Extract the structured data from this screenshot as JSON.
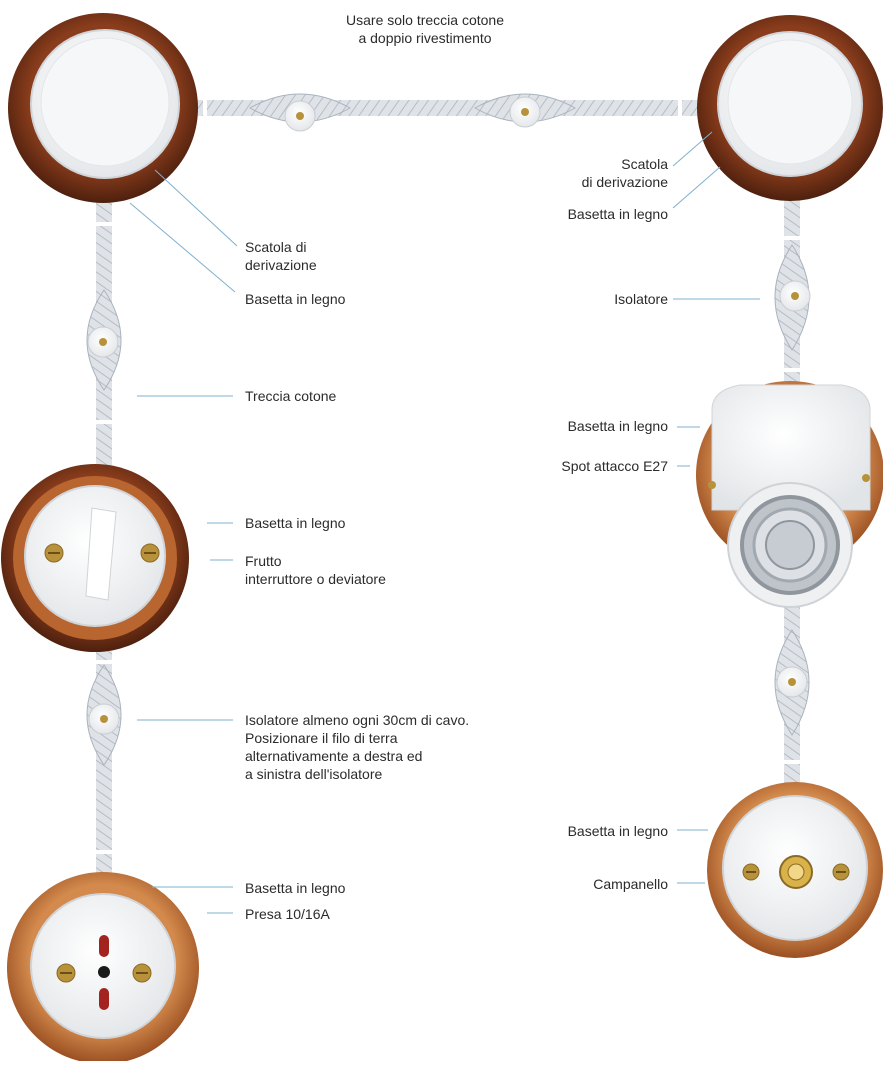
{
  "header_note": [
    "Usare solo treccia cotone",
    "a doppio rivestimento"
  ],
  "labels_left": {
    "junction_box": [
      "Scatola di",
      "derivazione"
    ],
    "wood_base_1": "Basetta in legno",
    "cotton_braid": "Treccia cotone",
    "wood_base_2": "Basetta in legno",
    "switch": [
      "Frutto",
      "interruttore o deviatore"
    ],
    "insulator_note": [
      "Isolatore almeno ogni 30cm di cavo.",
      "Posizionare il filo di terra",
      "alternativamente a destra ed",
      "a sinistra dell'isolatore"
    ],
    "wood_base_3": "Basetta in legno",
    "socket": "Presa 10/16A"
  },
  "labels_right": {
    "junction_box": [
      "Scatola",
      "di derivazione"
    ],
    "wood_base_1": "Basetta in legno",
    "insulator": "Isolatore",
    "wood_base_2": "Basetta in legno",
    "spot": "Spot attacco E27",
    "wood_base_3": "Basetta in legno",
    "bell": "Campanello"
  },
  "colors": {
    "wood_dark": "#6b2e16",
    "wood_light": "#c7773d",
    "porcelain": "#f4f5f6",
    "cable": "#d8dde3",
    "leader_line": "#7fb0cf",
    "brass": "#b8923a"
  }
}
